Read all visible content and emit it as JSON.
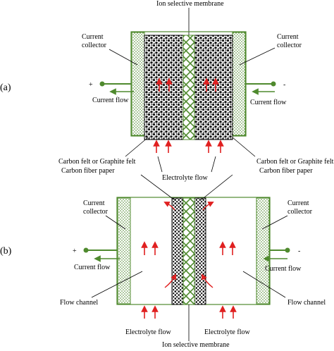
{
  "panel_a": {
    "panel_label": "(a)",
    "top_label": "Ion selective membrane",
    "left_collector": [
      "Current",
      "collector"
    ],
    "right_collector": [
      "Current",
      "collector"
    ],
    "plus": "+",
    "minus": "-",
    "left_current_flow": "Current flow",
    "right_current_flow": "Current flow",
    "left_felt": "Carbon felt or Graphite felt",
    "left_paper": "Carbon fiber paper",
    "right_felt": "Carbon felt or Graphite felt",
    "right_paper": "Carbon fiber paper",
    "electrolyte_flow": "Electrolyte flow"
  },
  "panel_b": {
    "panel_label": "(b)",
    "left_collector": [
      "Current",
      "collector"
    ],
    "right_collector": [
      "Current",
      "collector"
    ],
    "plus": "+",
    "minus": "-",
    "left_current_flow": "Current flow",
    "right_current_flow": "Current flow",
    "left_channel": "Flow channel",
    "right_channel": "Flow channel",
    "left_electrolyte": "Electrolyte flow",
    "right_electrolyte": "Electrolyte flow",
    "bottom_label": "Ion selective membrane"
  },
  "colors": {
    "green": "#4f8a2e",
    "red": "#e02020",
    "dark": "#111111"
  }
}
